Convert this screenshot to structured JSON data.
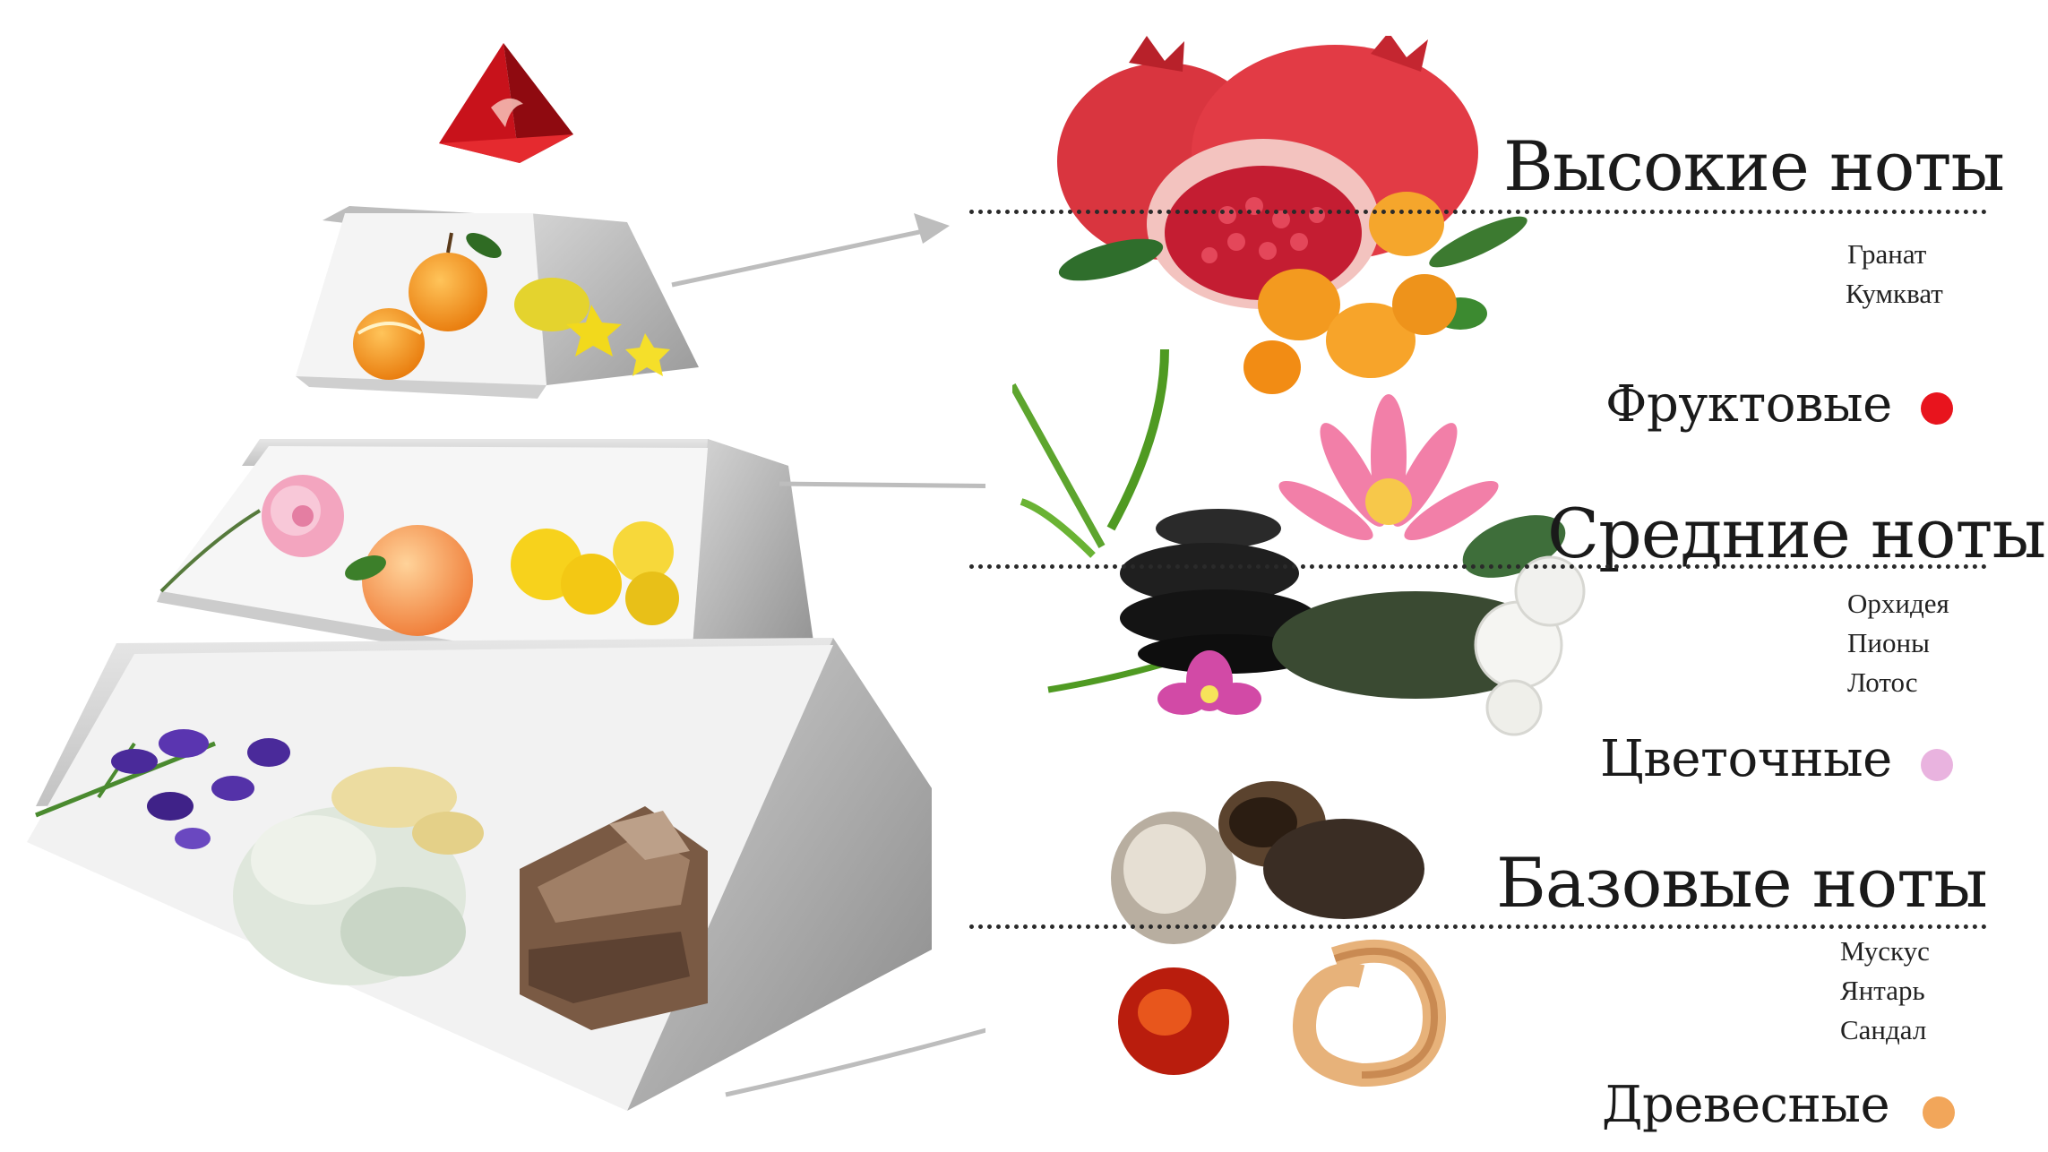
{
  "tiers": [
    {
      "title": "Высокие ноты",
      "notes": [
        "Гранат",
        "Кумкват"
      ],
      "family": "Фруктовые",
      "family_color": "#e8141d",
      "illustration_icon": "pomegranate-kumquat-icon"
    },
    {
      "title": "Средние ноты",
      "notes": [
        "Орхидея",
        "Пионы",
        "Лотос"
      ],
      "family": "Цветочные",
      "family_color": "#e9b3df",
      "illustration_icon": "lotus-orchid-stones-icon"
    },
    {
      "title": "Базовые ноты",
      "notes": [
        "Мускус",
        "Янтарь",
        "Сандал"
      ],
      "family": "Древесные",
      "family_color": "#f2a65a",
      "illustration_icon": "musk-amber-sandalwood-icon"
    }
  ],
  "pyramid": {
    "apex_icon": "red-tetrahedron-icon",
    "top_layer_icons": [
      "tangerine-icon",
      "apple-icon",
      "carambola-icon"
    ],
    "middle_layer_icons": [
      "peony-icon",
      "peach-icon",
      "freesia-icon"
    ],
    "base_layer_icons": [
      "iris-icon",
      "white-flowers-icon",
      "bark-icon"
    ]
  }
}
